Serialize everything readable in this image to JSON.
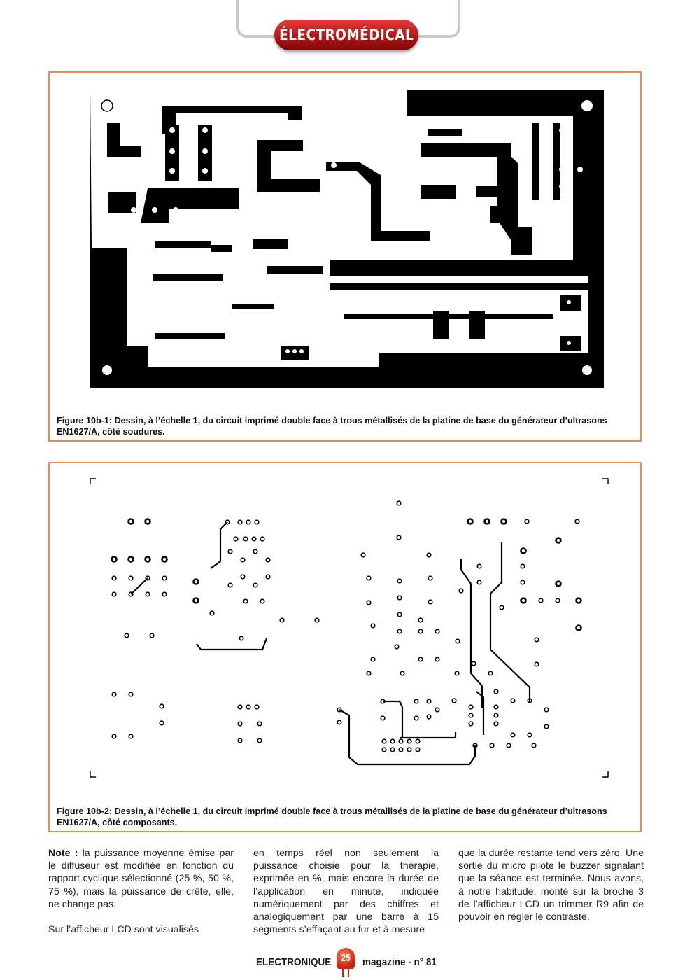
{
  "header": {
    "section": "ÉLECTROMÉDICAL"
  },
  "figures": [
    {
      "caption": "Figure 10b-1: Dessin, à l’échelle 1, du circuit imprimé double face à trous métallisés de la platine de base du générateur d’ultrasons EN1627/A, côté soudures."
    },
    {
      "caption": "Figure 10b-2: Dessin, à l’échelle 1, du circuit imprimé double face à trous métallisés de la platine de base du générateur d’ultrasons EN1627/A, côté composants."
    }
  ],
  "body": {
    "col1": [
      {
        "lead": "Note :",
        "text": " la puissance moyenne émise par le diffuseur est modifiée en fonction du rapport cyclique sélectionné (25 %, 50 %, 75 %), mais la puissance de crête, elle, ne change pas."
      },
      {
        "lead": "",
        "text": "Sur l’afficheur LCD sont visualisés"
      }
    ],
    "col2": [
      {
        "text": "en temps réel non seulement la puissance choisie pour la thérapie, exprimée en %, mais encore la durée de l’application en minute, indiquée numériquement par des chiffres et analogiquement par une barre à 15 segments s’effaçant au fur et à mesure"
      }
    ],
    "col3": [
      {
        "text": "que la durée restante tend vers zéro. Une sortie du micro pilote le buzzer signalant que la séance est terminée. Nous avons, à notre habitude, monté sur la broche 3 de l’afficheur LCD un trimmer R9 afin de pouvoir en régler le contraste."
      }
    ]
  },
  "footer": {
    "left": "ELECTRONIQUE",
    "page": "25",
    "right": "magazine - n° 81"
  }
}
